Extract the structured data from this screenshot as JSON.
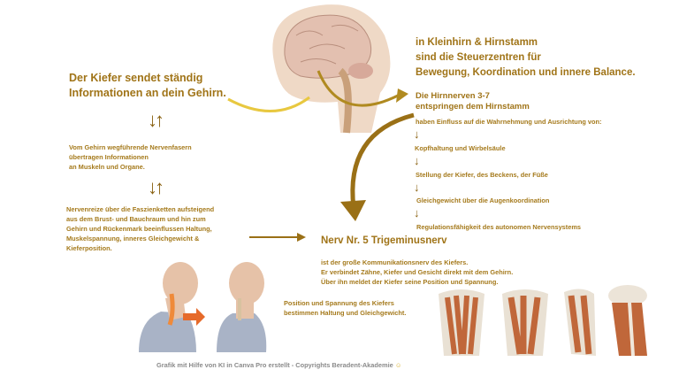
{
  "left": {
    "title": [
      "Der Kiefer sendet ständig",
      "Informationen  an dein Gehirn."
    ],
    "block1": [
      "Vom Gehirn wegführende Nervenfasern",
      "übertragen Informationen",
      "an Muskeln und Organe."
    ],
    "block2": [
      "Nervenreize über die Faszienketten aufsteigend",
      "aus dem Brust- und Bauchraum und  hin zum",
      "Gehirn und Rückenmark beeinflussen Haltung,",
      "Muskelspannung, inneres Gleichgewicht &",
      "Kieferposition."
    ],
    "updown_arrow": "↓↑"
  },
  "right": {
    "title": [
      "in Kleinhirn & Hirnstamm",
      "sind die Steuerzentren für",
      "Bewegung, Koordination und innere Balance."
    ],
    "subtitle": [
      "Die Hirnnerven 3-7",
      "entspringen dem Hirnstamm"
    ],
    "intro": "haben Einfluss auf die Wahrnehmung und  Ausrichtung von:",
    "down_arrow": "↓",
    "items": [
      "Kopfhaltung und Wirbelsäule",
      "Stellung der Kiefer, des Beckens, der Füße",
      "Gleichgewicht über die Augenkoordination",
      "Regulationsfähigkeit des autonomen Nervensystems"
    ]
  },
  "nerve": {
    "title": "Nerv Nr. 5 Trigeminusnerv",
    "lines": [
      "ist der große Kommunikationsnerv des Kiefers.",
      "Er verbindet Zähne, Kiefer und Gesicht direkt mit dem Gehirn.",
      "Über ihn meldet der Kiefer seine Position und Spannung."
    ]
  },
  "posture": [
    "Position und Spannung des Kiefers",
    "bestimmen Haltung und Gleichgewicht."
  ],
  "footer": "Grafik mit Hilfe von KI in Canva Pro erstellt   - Copyrights  Beradent-Akademie",
  "colors": {
    "gold": "#a57a1c",
    "dark_gold": "#8a6212",
    "muscle": "#c8744a",
    "skin": "#e8c8b0"
  }
}
